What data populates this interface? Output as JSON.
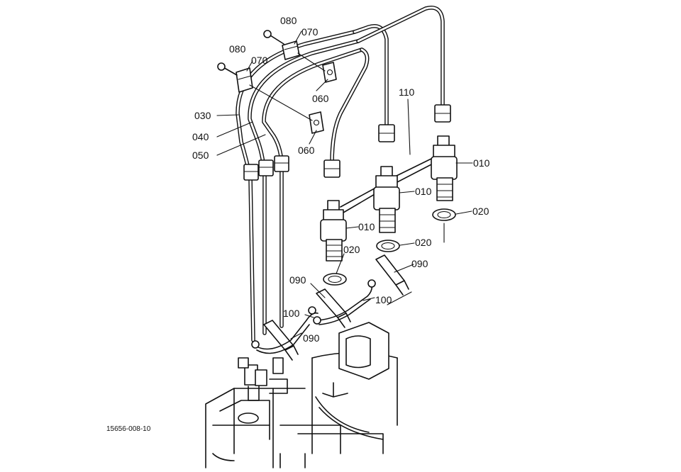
{
  "labels": {
    "p010": "010",
    "p020": "020",
    "p030": "030",
    "p040": "040",
    "p050": "050",
    "p060": "060",
    "p070": "070",
    "p080": "080",
    "p090": "090",
    "p100": "100",
    "p110": "110"
  },
  "drawing_code": "15656-008-10"
}
